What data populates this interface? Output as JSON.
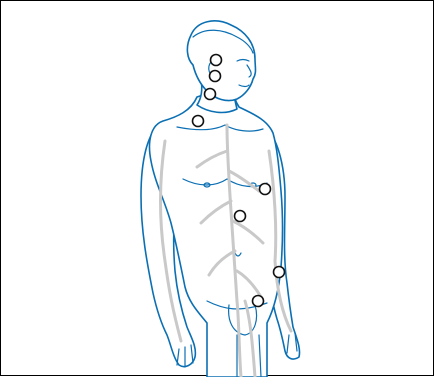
{
  "figure": {
    "outline_color": "#0b6fb3",
    "vessel_color": "#c9c9c9",
    "marker_fill": "#ffffff",
    "marker_stroke": "#111111",
    "icons": [
      "human-body-figure",
      "lymphatic-vessels",
      "lymph-node-marker"
    ]
  },
  "nodes": [
    {
      "id": "preauricular"
    },
    {
      "id": "parotid"
    },
    {
      "id": "submandibular"
    },
    {
      "id": "supraclavicular"
    },
    {
      "id": "axillary"
    },
    {
      "id": "abdominal"
    },
    {
      "id": "iliac"
    },
    {
      "id": "inguinal"
    }
  ]
}
